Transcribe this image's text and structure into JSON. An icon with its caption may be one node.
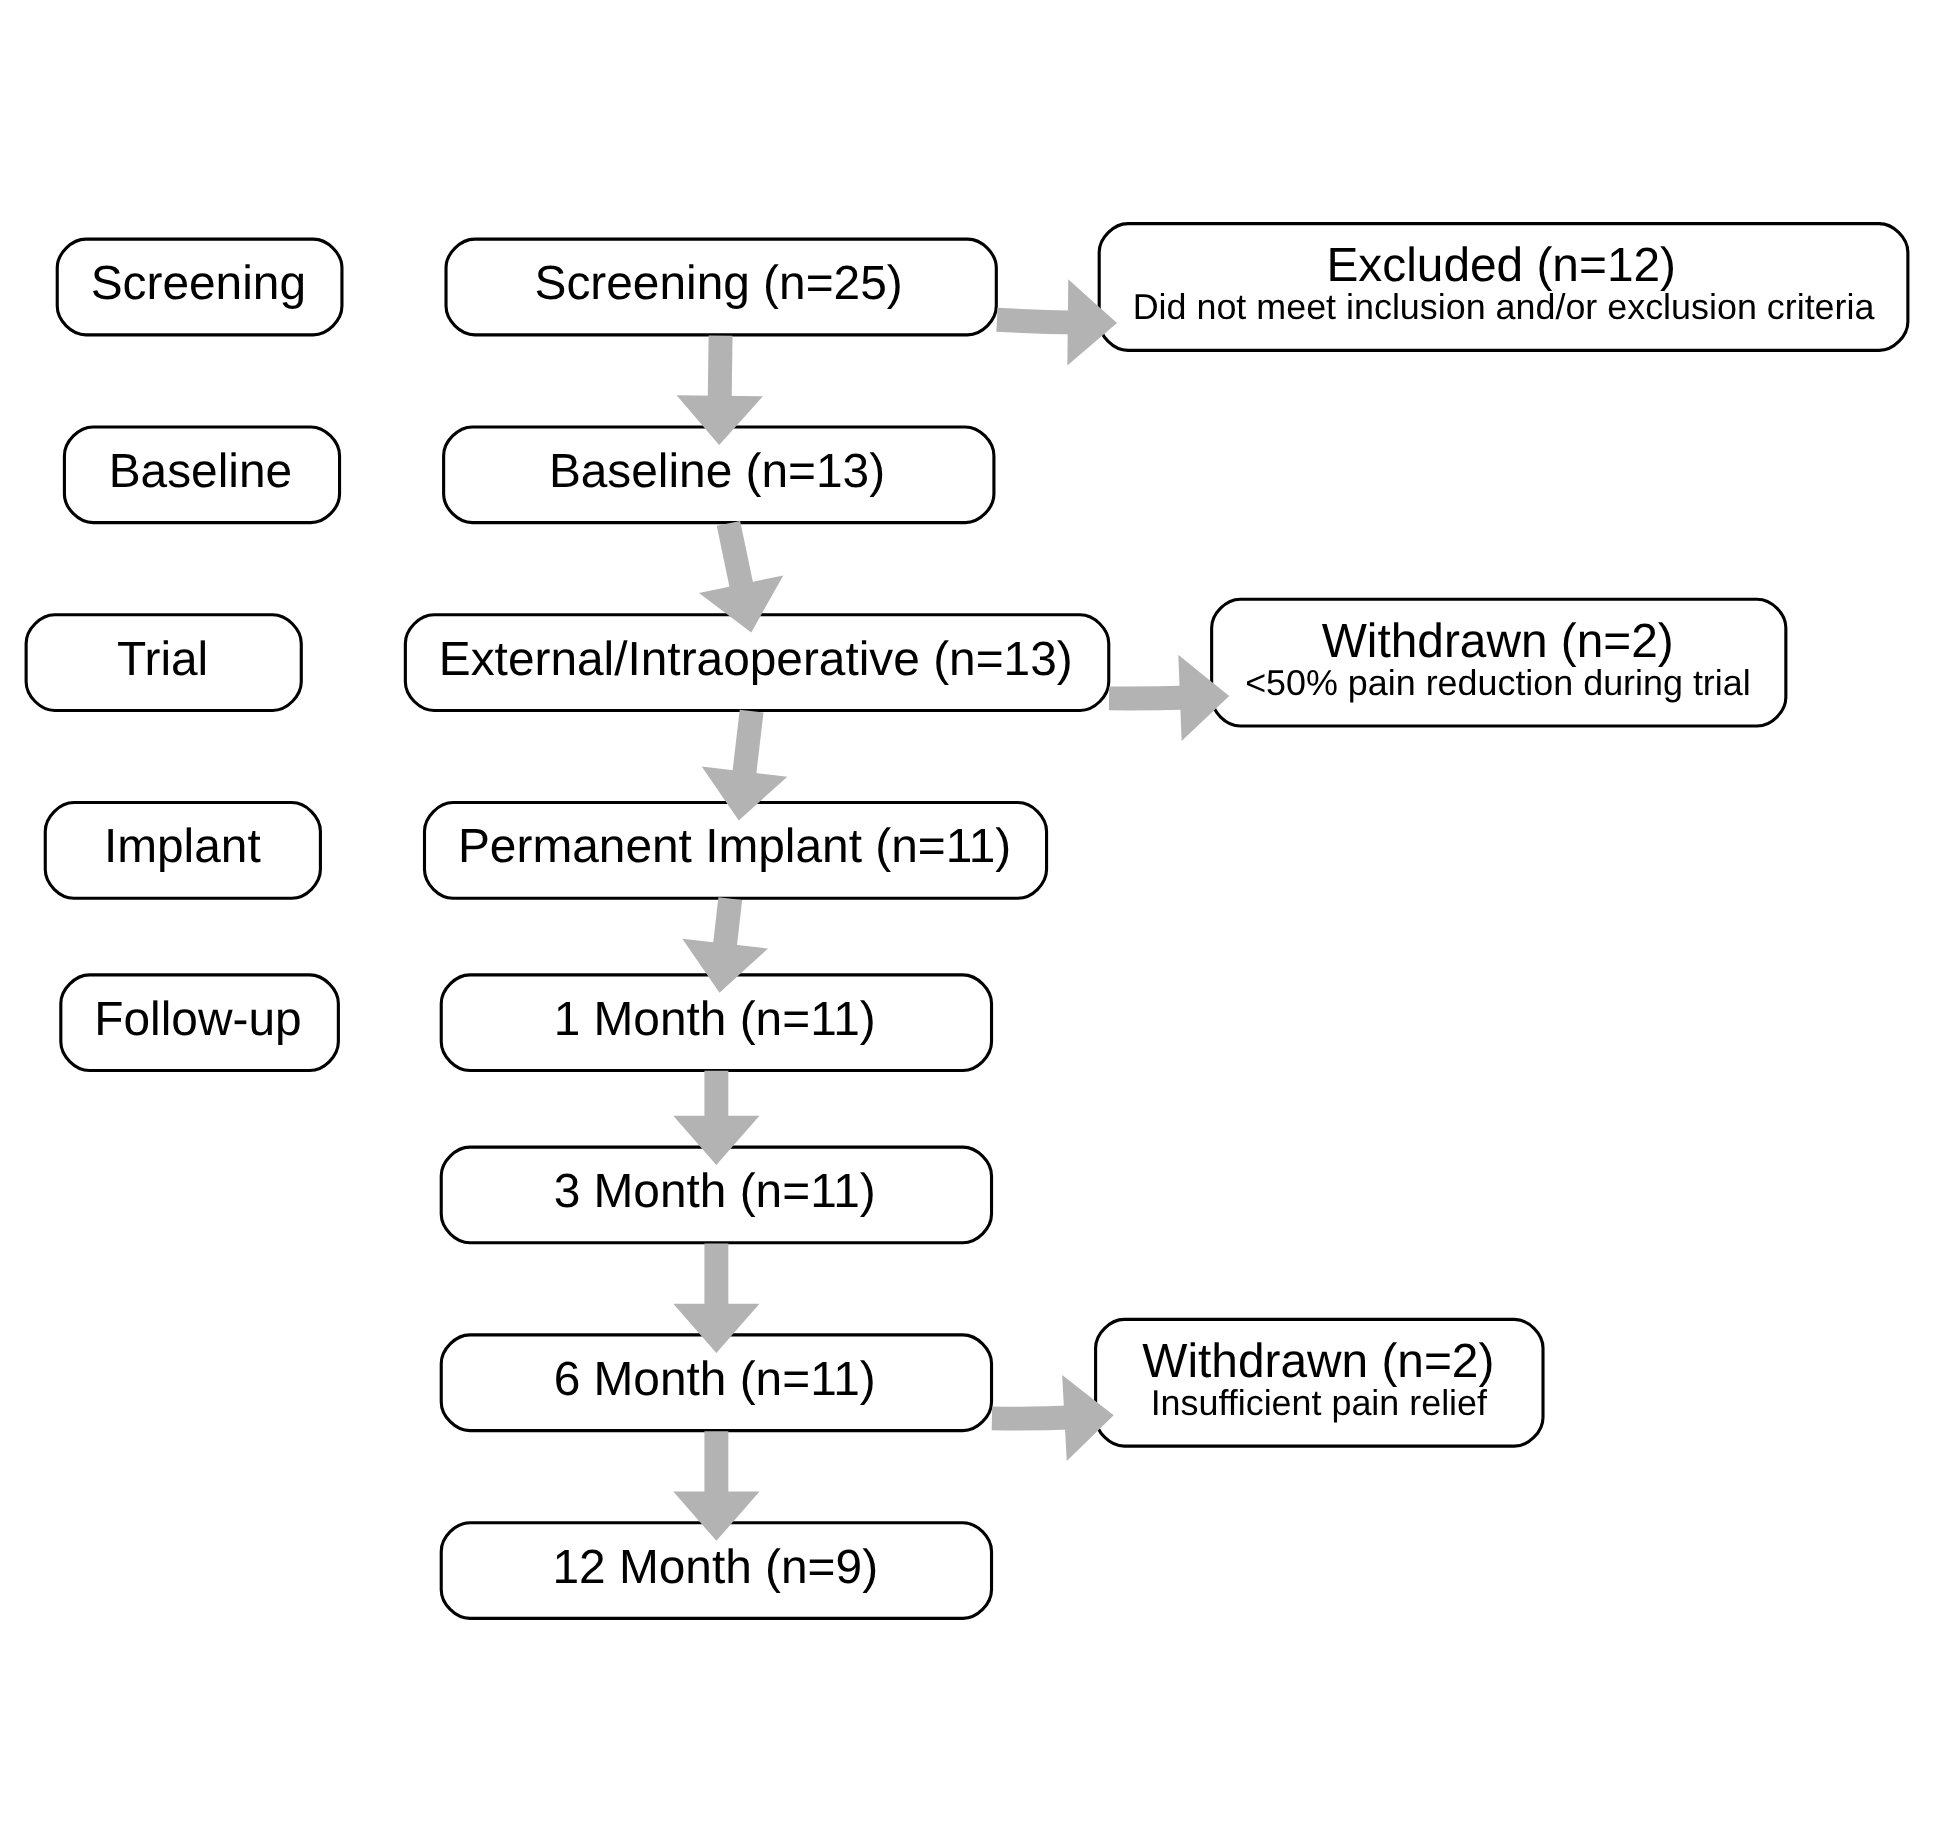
{
  "diagram": {
    "nodes": [
      {
        "text": [
          "Screening"
        ]
      },
      {
        "text": [
          "Baseline"
        ]
      },
      {
        "text": [
          "Trial"
        ]
      },
      {
        "text": [
          "Implant"
        ]
      },
      {
        "text": [
          "Follow-up"
        ]
      },
      {
        "text": [
          "Screening (n=25)"
        ]
      },
      {
        "text": [
          "Excluded (n=12)",
          "Did not meet inclusion and/or exclusion criteria"
        ]
      },
      {
        "text": [
          "Baseline (n=13)"
        ]
      },
      {
        "text": [
          "External/Intraoperative (n=13)"
        ]
      },
      {
        "text": [
          "Withdrawn (n=2)",
          "<50% pain reduction during trial"
        ]
      },
      {
        "text": [
          "Permanent Implant (n=11)"
        ]
      },
      {
        "text": [
          "1 Month (n=11)"
        ]
      },
      {
        "text": [
          "3 Month (n=11)"
        ]
      },
      {
        "text": [
          "6 Month (n=11)"
        ]
      },
      {
        "text": [
          "Withdrawn (n=2)",
          "Insufficient pain relief"
        ]
      },
      {
        "text": [
          "12 Month (n=9)"
        ]
      }
    ],
    "edges": [
      {
        "from": 5,
        "to": 7,
        "arrow": "to"
      },
      {
        "from": 5,
        "to": 6,
        "arrow": "to"
      },
      {
        "from": 7,
        "to": 8,
        "arrow": "to"
      },
      {
        "from": 8,
        "to": 10,
        "arrow": "to"
      },
      {
        "from": 8,
        "to": 9,
        "arrow": "to"
      },
      {
        "from": 10,
        "to": 11,
        "arrow": "to"
      },
      {
        "from": 11,
        "to": 12,
        "arrow": "to"
      },
      {
        "from": 12,
        "to": 13,
        "arrow": "to"
      },
      {
        "from": 13,
        "to": 15,
        "arrow": "to"
      },
      {
        "from": 13,
        "to": 14,
        "arrow": "to"
      }
    ]
  }
}
